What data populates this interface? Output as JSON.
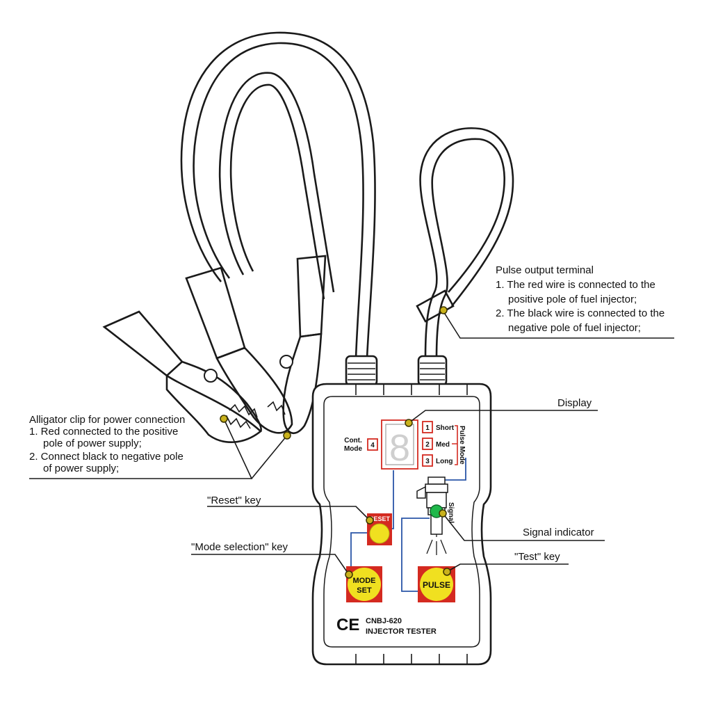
{
  "colors": {
    "accent_red": "#d42a20",
    "button_yellow": "#f0e020",
    "wire_blue": "#2a56a8",
    "dot_olive": "#c9b21c",
    "led_green": "#1fb84a"
  },
  "callouts": {
    "pulse_output": {
      "title": "Pulse output terminal",
      "line1": "1. The red wire is connected to the",
      "line2": "positive pole of fuel injector;",
      "line3": "2. The black wire is connected to the",
      "line4": "negative pole of fuel injector;"
    },
    "display": "Display",
    "alligator": {
      "title": "Alligator clip for power connection",
      "line1": "1. Red connected to the positive",
      "line2": "pole of power supply;",
      "line3": "2. Connect black to negative pole",
      "line4": "of power supply;"
    },
    "reset_key": "\"Reset\" key",
    "mode_key": "\"Mode selection\" key",
    "signal_indicator": "Signal indicator",
    "test_key": "\"Test\" key"
  },
  "device": {
    "cont_mode_line1": "Cont.",
    "cont_mode_line2": "Mode",
    "cont_mode_num": "4",
    "modes": [
      {
        "num": "1",
        "label": "Short"
      },
      {
        "num": "2",
        "label": "Med"
      },
      {
        "num": "3",
        "label": "Long"
      }
    ],
    "pulse_mode_label": "Pulse Mode",
    "signal_label": "Signal",
    "reset_label": "RESET",
    "mode_set_line1": "MODE",
    "mode_set_line2": "SET",
    "pulse_label": "PULSE",
    "ce_mark": "CE",
    "model": "CNBJ-620",
    "name": "INJECTOR TESTER",
    "display_digit": "8"
  }
}
